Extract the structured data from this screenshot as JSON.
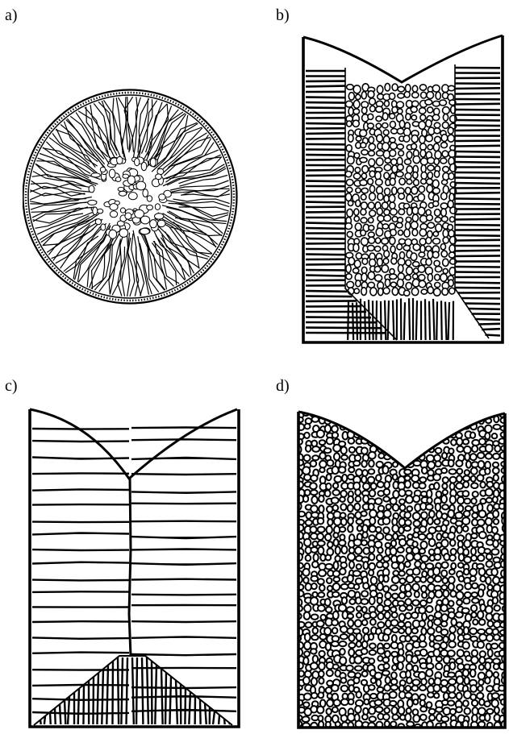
{
  "labels": {
    "a": "a)",
    "b": "b)",
    "c": "c)",
    "d": "d)"
  },
  "colors": {
    "ink": "#000000",
    "paper": "#ffffff"
  }
}
